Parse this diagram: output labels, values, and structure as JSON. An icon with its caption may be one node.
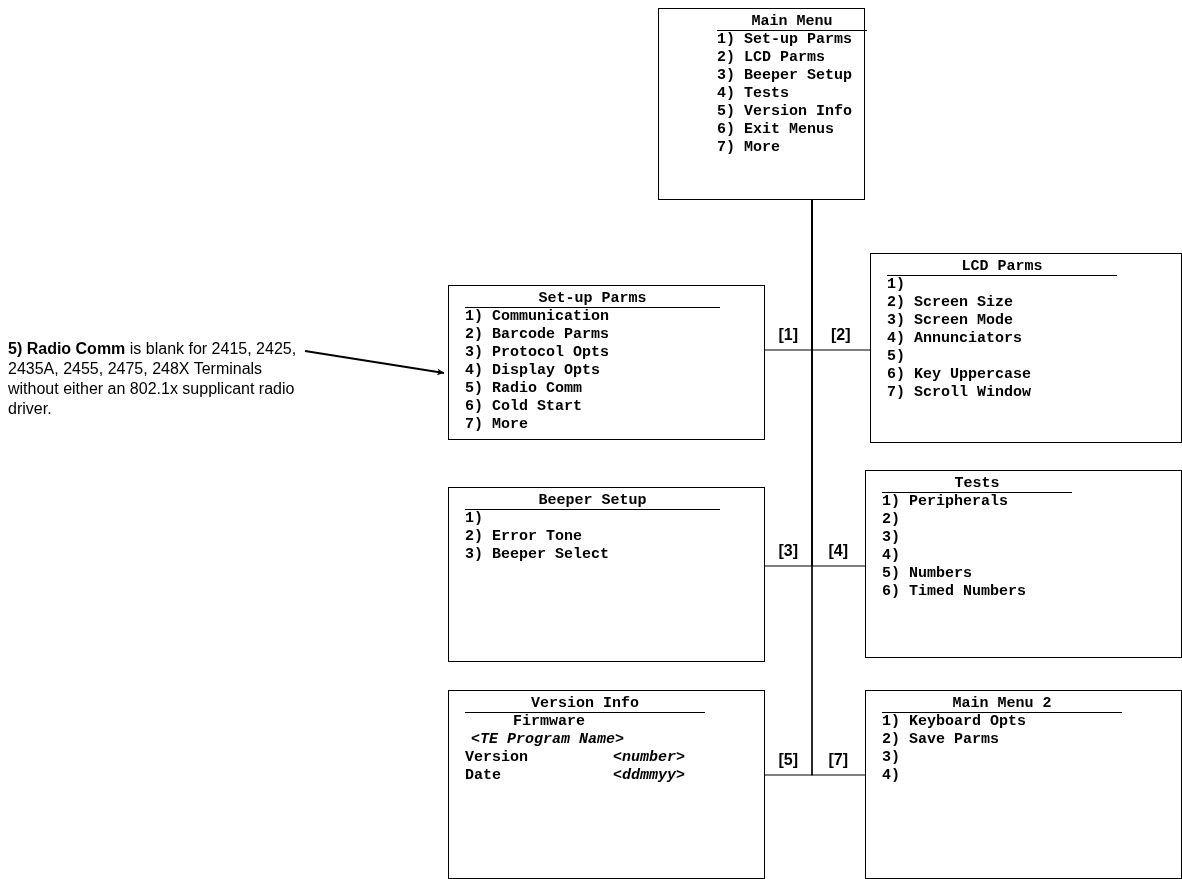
{
  "diagram": {
    "nodes": [
      {
        "text": [
          "Main Menu",
          "1) Set-up Parms",
          "2) LCD Parms",
          "3) Beeper Setup",
          "4) Tests",
          "5) Version Info",
          "6) Exit Menus",
          "7) More"
        ]
      },
      {
        "text": [
          "Set-up Parms",
          "1) Communication",
          "2) Barcode Parms",
          "3) Protocol Opts",
          "4) Display Opts",
          "5) Radio Comm",
          "6) Cold Start",
          "7) More"
        ]
      },
      {
        "text": [
          "LCD Parms",
          "1)",
          "2) Screen Size",
          "3) Screen Mode",
          "4) Annunciators",
          "5)",
          "6) Key Uppercase",
          "7) Scroll Window"
        ]
      },
      {
        "text": [
          "Beeper Setup",
          "1)",
          "2) Error Tone",
          "3) Beeper Select"
        ]
      },
      {
        "text": [
          "Tests",
          "1) Peripherals",
          "2)",
          "3)",
          "4)",
          "5) Numbers",
          "6) Timed Numbers"
        ]
      },
      {
        "text": [
          "Version Info",
          "Firmware",
          "<*TE Program Name*>",
          "Version",
          "<*number*>",
          "Date",
          "<*ddmmyy*>"
        ]
      },
      {
        "text": [
          "Main Menu 2",
          "1) Keyboard Opts",
          "2) Save Parms",
          "3)",
          "4)"
        ]
      },
      {
        "text": [
          "**5) Radio Comm** is blank for 2415, 2425, 2435A, 2455, 2475, 248X Terminals without either an 802.1x supplicant radio driver."
        ]
      }
    ],
    "edges": [
      {
        "from": 0,
        "to": 1,
        "arrow": "none",
        "label": "[1]"
      },
      {
        "from": 0,
        "to": 2,
        "arrow": "none",
        "label": "[2]"
      },
      {
        "from": 0,
        "to": 3,
        "arrow": "none",
        "label": "[3]"
      },
      {
        "from": 0,
        "to": 4,
        "arrow": "none",
        "label": "[4]"
      },
      {
        "from": 0,
        "to": 5,
        "arrow": "none",
        "label": "[5]"
      },
      {
        "from": 0,
        "to": 6,
        "arrow": "none",
        "label": "[7]"
      },
      {
        "from": 7,
        "to": 1,
        "arrow": "to"
      }
    ]
  }
}
